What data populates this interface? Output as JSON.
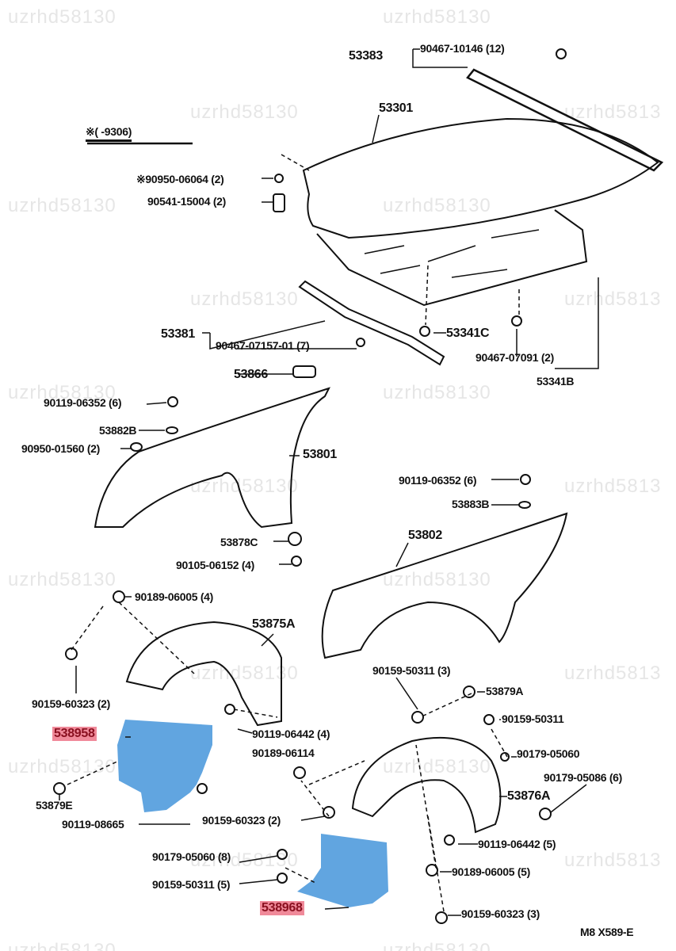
{
  "watermark": "uzrhd58130",
  "watermark_cut": "uzrhd5813",
  "note": "※(      -9306)",
  "labels": {
    "l53383": "53383",
    "l9046710146": "90467-10146 (12)",
    "l53301": "53301",
    "l9095006064": "※90950-06064 (2)",
    "l9054115004": "90541-15004 (2)",
    "l53381": "53381",
    "l9046707157": "90467-07157-01 (7)",
    "l53341C": "53341C",
    "l9046707091": "90467-07091 (2)",
    "l53341B": "53341B",
    "l53866": "53866",
    "l9011906352a": "90119-06352 (6)",
    "l53882B": "53882B",
    "l9095001560": "90950-01560 (2)",
    "l53801": "53801",
    "l9011906352b": "90119-06352 (6)",
    "l53883B": "53883B",
    "l53802": "53802",
    "l53878C": "53878C",
    "l9010506152": "90105-06152 (4)",
    "l9018906005a": "90189-06005 (4)",
    "l53875A": "53875A",
    "l9015960323a": "90159-60323 (2)",
    "l9015950311a": "90159-50311 (3)",
    "l53879A": "53879A",
    "l538958": "538958",
    "l9011906442a": "90119-06442 (4)",
    "l9015950311b": "90159-50311",
    "l9018906114": "90189-06114",
    "l9017905060a": "90179-05060",
    "l9017905086": "90179-05086 (6)",
    "l53879E": "53879E",
    "l53876A": "53876A",
    "l9011908665": "90119-08665",
    "l9015960323b": "90159-60323 (2)",
    "l9011906442b": "90119-06442 (5)",
    "l9017905060b": "90179-05060 (8)",
    "l9018906005b": "90189-06005 (5)",
    "l9015950311c": "90159-50311 (5)",
    "l538968": "538968",
    "l9015960323c": "90159-60323 (3)",
    "code": "M8  X589-E"
  },
  "colors": {
    "highlight_blue": "#3a8fd8",
    "highlight_red": "#f08a9a"
  }
}
